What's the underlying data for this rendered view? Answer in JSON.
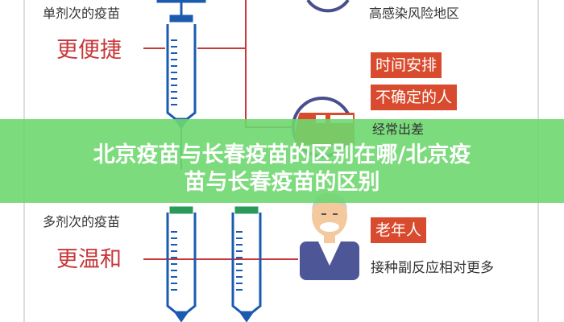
{
  "top_section": {
    "label": "单剂次的疫苗",
    "highlight": "更便捷",
    "items": [
      "高感染风险地区",
      "时间安排",
      "不确定的人",
      "经常出差"
    ]
  },
  "bottom_section": {
    "label": "多剂次的疫苗",
    "highlight": "更温和",
    "tag": "老年人",
    "note": "接种副反应相对更多"
  },
  "banner": {
    "line1": "北京疫苗与长春疫苗的区别在哪/北京疫",
    "line2": "苗与长春疫苗的区别"
  },
  "colors": {
    "red": "#c8373a",
    "box": "#d94b2e",
    "blue": "#1a5bb0",
    "green": "#6ed76e"
  }
}
